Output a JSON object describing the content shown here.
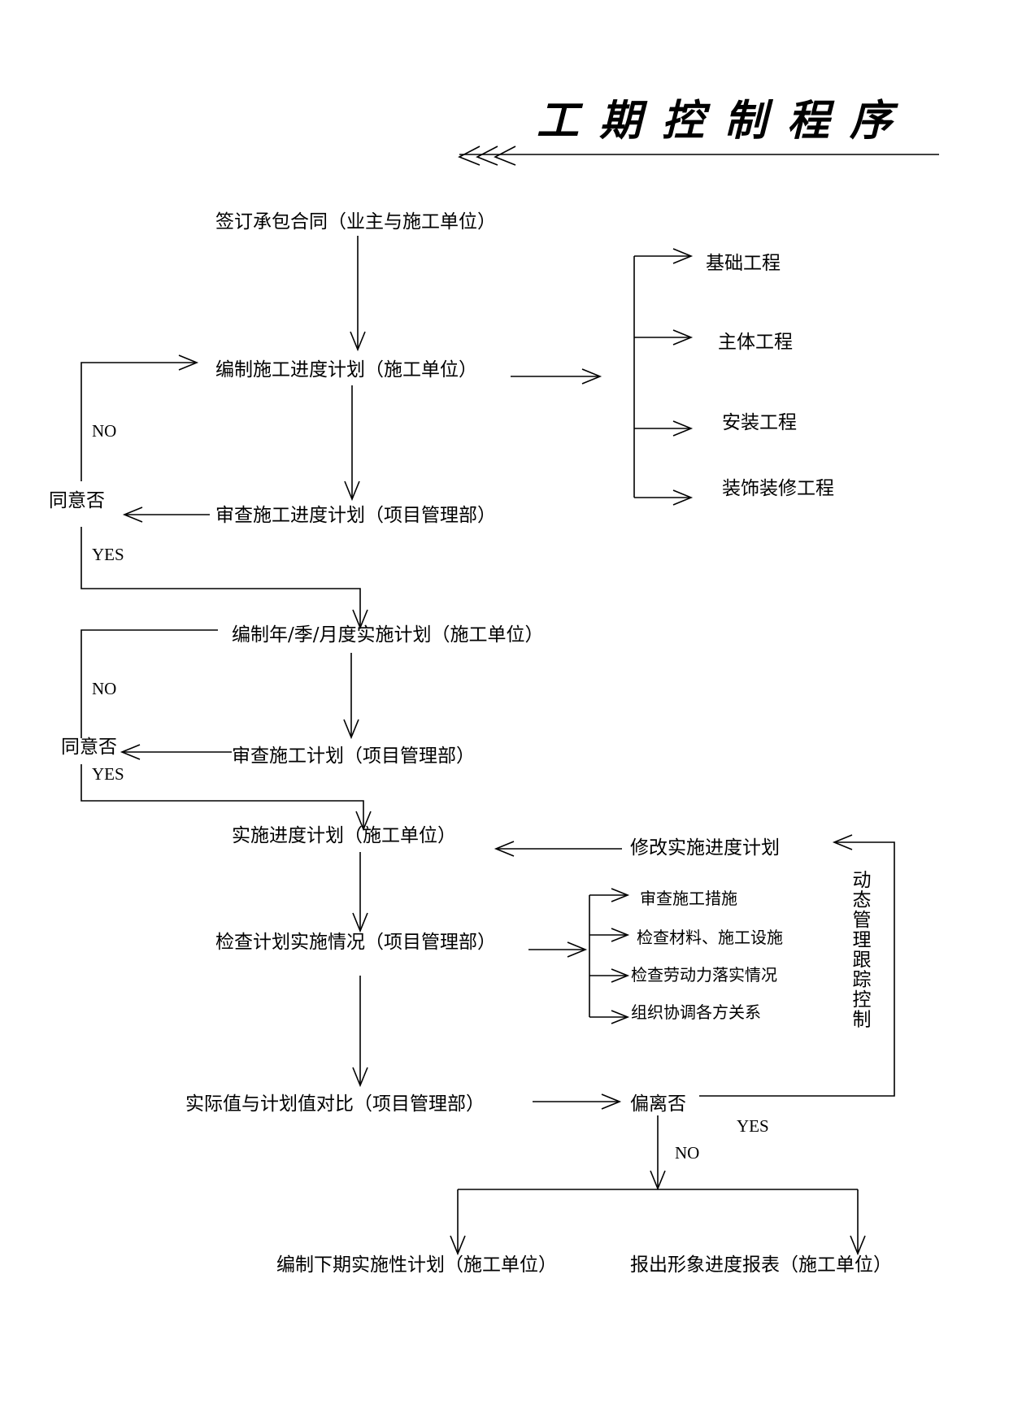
{
  "title": {
    "chars": [
      "工",
      "期",
      "控",
      "制",
      "程",
      "序"
    ]
  },
  "nodes": {
    "sign_contract": "签订承包合同（业主与施工单位）",
    "compile_schedule": "编制施工进度计划（施工单位）",
    "review_schedule": "审查施工进度计划（项目管理部）",
    "compile_periodic_plan": "编制年/季/月度实施计划（施工单位）",
    "review_construction_plan": "审查施工计划（项目管理部）",
    "implement_schedule": "实施进度计划（施工单位）",
    "check_implementation": "检查计划实施情况（项目管理部）",
    "compare_actual": "实际值与计划值对比（项目管理部）",
    "deviation": "偏离否",
    "modify_schedule": "修改实施进度计划",
    "next_period_plan": "编制下期实施性计划（施工单位）",
    "progress_report": "报出形象进度报表（施工单位）",
    "agree_1": "同意否",
    "agree_2": "同意否",
    "dynamic_control": "动态管理跟踪控制"
  },
  "branches_work": [
    "基础工程",
    "主体工程",
    "安装工程",
    "装饰装修工程"
  ],
  "branches_check": [
    "审查施工措施",
    "检查材料、施工设施",
    "检查劳动力落实情况",
    "组织协调各方关系"
  ],
  "labels": {
    "no_1": "NO",
    "yes_1": "YES",
    "no_2": "NO",
    "yes_2": "YES",
    "yes_3": "YES",
    "no_3": "NO"
  }
}
